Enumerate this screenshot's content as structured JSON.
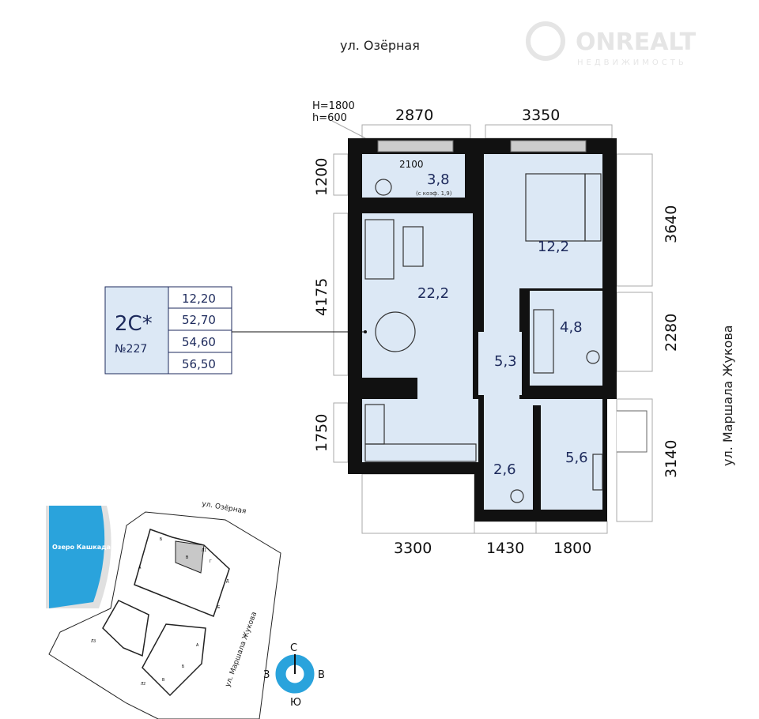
{
  "streets": {
    "top": "ул. Озёрная",
    "right": "ул. Маршала Жукова"
  },
  "logo": {
    "name": "ONREALT",
    "tagline": "НЕДВИЖИМОСТЬ"
  },
  "window_note": {
    "h1": "H=1800",
    "h2": "h=600"
  },
  "dimensions": {
    "top": [
      "2870",
      "3350"
    ],
    "left": [
      "1200",
      "4175",
      "1750"
    ],
    "right": [
      "3640",
      "2280",
      "3140"
    ],
    "bottom": [
      "3300",
      "1430",
      "1800"
    ],
    "window_width": "2100"
  },
  "rooms": [
    {
      "area": "3,8",
      "note": "(с коэф. 1,9)"
    },
    {
      "area": "22,2"
    },
    {
      "area": "12,2"
    },
    {
      "area": "4,8"
    },
    {
      "area": "5,3"
    },
    {
      "area": "2,6"
    },
    {
      "area": "5,6"
    }
  ],
  "apartment": {
    "type": "2С*",
    "number": "№227",
    "areas": [
      "12,20",
      "52,70",
      "54,60",
      "56,50"
    ]
  },
  "site_plan": {
    "lake": "Озеро Кашкадан",
    "street_top": "ул. Озёрная",
    "street_right": "ул. Маршала Жукова",
    "sections": [
      "Б",
      "В",
      "Г",
      "Д",
      "Е",
      "А",
      "А",
      "Б",
      "В"
    ],
    "buildings": [
      "Л1",
      "Л2",
      "Л3"
    ]
  },
  "compass": {
    "n": "С",
    "s": "Ю",
    "w": "З",
    "e": "В",
    "color": "#2aa3dc"
  }
}
